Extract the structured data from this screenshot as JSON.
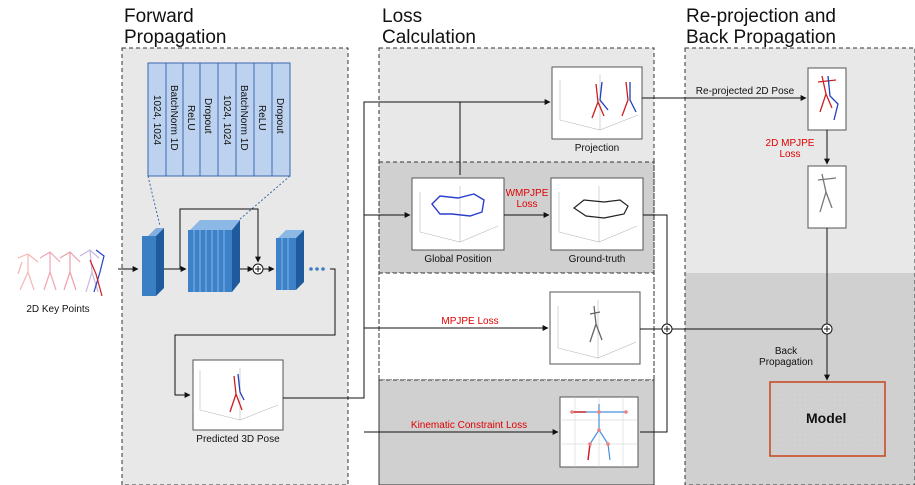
{
  "titles": {
    "forward": "Forward\nPropagation",
    "loss": "Loss\nCalculation",
    "reproj": "Re-projection and\nBack Propagation"
  },
  "input": {
    "label": "2D Key Points"
  },
  "network": {
    "block_a": [
      "1024, 1024",
      "BatchNorm 1D",
      "ReLU",
      "Dropout"
    ],
    "block_b": [
      "1024, 1024",
      "BatchNorm 1D",
      "ReLU",
      "Dropout"
    ]
  },
  "outputs": {
    "predicted": "Predicted 3D Pose",
    "projection": "Projection",
    "global_position": "Global Position",
    "ground_truth": "Ground-truth",
    "reprojected": "Re-projected 2D Pose",
    "back_propagation": "Back\nPropagation",
    "model": "Model"
  },
  "losses": {
    "wmpjpe": "WMPJPE\nLoss",
    "mpjpe": "MPJPE Loss",
    "kinematic": "Kinematic Constraint Loss",
    "mpjpe_2d": "2D MPJPE\nLoss"
  },
  "colors": {
    "panel": "#e8e8e8",
    "subpanel": "#d0d0d0",
    "layer_blue": "#2f6fb3",
    "network_box": "#bcd2ee",
    "loss_red": "#e00000",
    "model_border": "#c8502a"
  }
}
